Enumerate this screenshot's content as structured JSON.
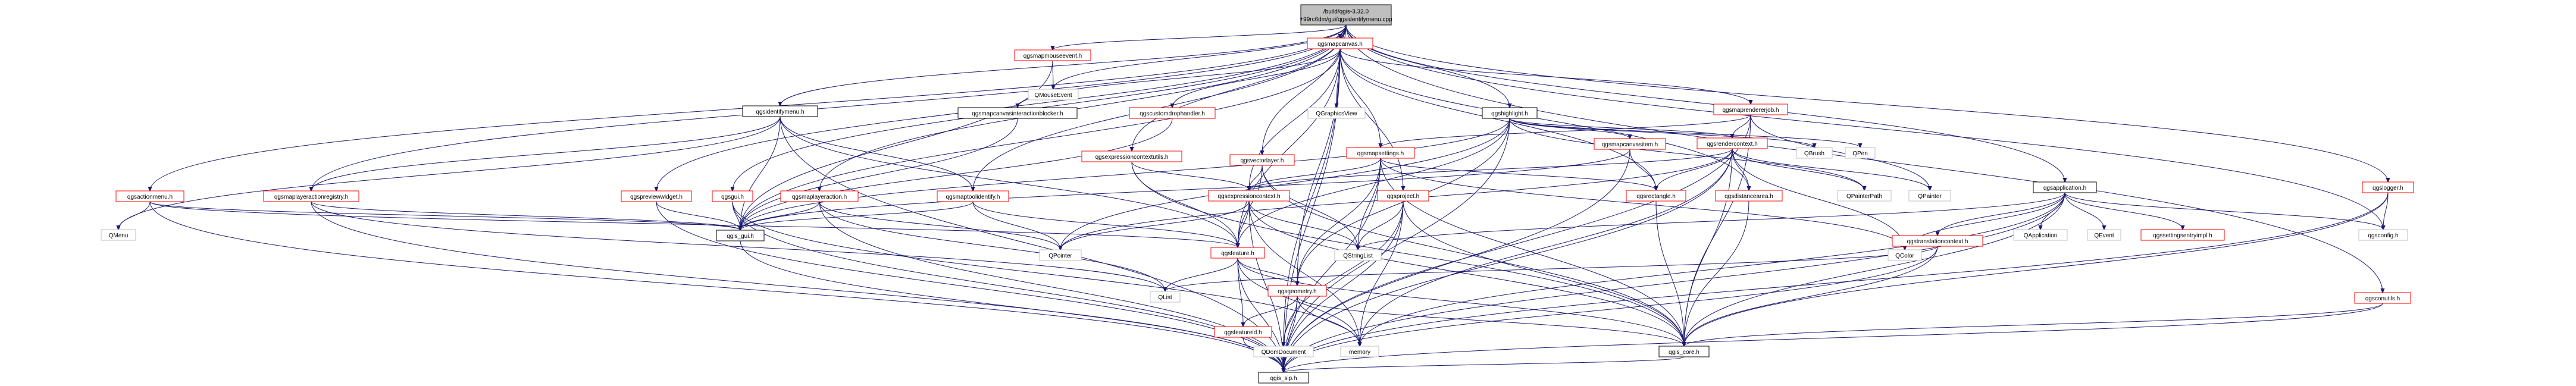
{
  "diagram": {
    "colors": {
      "edge": "#191970",
      "root_fill": "#bfbfbf",
      "documented_border": "#000000",
      "incomplete_border": "#ff0000",
      "external_border": "#bfbfbf"
    },
    "nodes": [
      {
        "id": "root",
        "label": [
          "/build/qgis-3.32.0",
          "+99rc6dm/gui/qgsidentifymenu.cpp"
        ],
        "kind": "root"
      },
      {
        "id": "qgsmapmouseevent",
        "label": [
          "qgsmapmouseevent.h"
        ],
        "kind": "red"
      },
      {
        "id": "qgsmapcanvas",
        "label": [
          "qgsmapcanvas.h"
        ],
        "kind": "red"
      },
      {
        "id": "qmouseevent",
        "label": [
          "QMouseEvent"
        ],
        "kind": "gray"
      },
      {
        "id": "qgsidentifymenu_h",
        "label": [
          "qgsidentifymenu.h"
        ],
        "kind": "box"
      },
      {
        "id": "qgsmapcanvasinteractionblocker",
        "label": [
          "qgsmapcanvasinteractionblocker.h"
        ],
        "kind": "box"
      },
      {
        "id": "qgscustomdrophandler",
        "label": [
          "qgscustomdrophandler.h"
        ],
        "kind": "red"
      },
      {
        "id": "qgraphicsview",
        "label": [
          "QGraphicsView"
        ],
        "kind": "gray"
      },
      {
        "id": "qgshighlight",
        "label": [
          "qgshighlight.h"
        ],
        "kind": "box"
      },
      {
        "id": "qgsmaprendererjob",
        "label": [
          "qgsmaprendererjob.h"
        ],
        "kind": "red"
      },
      {
        "id": "qgsactionmenu",
        "label": [
          "qgsactionmenu.h"
        ],
        "kind": "red"
      },
      {
        "id": "qgsmaplayeractionregistry",
        "label": [
          "qgsmaplayeractionregistry.h"
        ],
        "kind": "red"
      },
      {
        "id": "qgspreviewwidget",
        "label": [
          "qgspreviewwidget.h"
        ],
        "kind": "red"
      },
      {
        "id": "qgsgui",
        "label": [
          "qgsgui.h"
        ],
        "kind": "red"
      },
      {
        "id": "qgsmaplayeraction",
        "label": [
          "qgsmaplayeraction.h"
        ],
        "kind": "red"
      },
      {
        "id": "qgsmaptoolidentify",
        "label": [
          "qgsmaptoolidentify.h"
        ],
        "kind": "red"
      },
      {
        "id": "qgsexpressioncontextutils",
        "label": [
          "qgsexpressioncontextutils.h"
        ],
        "kind": "red"
      },
      {
        "id": "qgsvectorlayer",
        "label": [
          "qgsvectorlayer.h"
        ],
        "kind": "red"
      },
      {
        "id": "qgsmapsettings",
        "label": [
          "qgsmapsettings.h"
        ],
        "kind": "red"
      },
      {
        "id": "qgsmapcanvasitem",
        "label": [
          "qgsmapcanvasitem.h"
        ],
        "kind": "red"
      },
      {
        "id": "qgsrendercontext",
        "label": [
          "qgsrendercontext.h"
        ],
        "kind": "red"
      },
      {
        "id": "qbrush",
        "label": [
          "QBrush"
        ],
        "kind": "gray"
      },
      {
        "id": "qpen",
        "label": [
          "QPen"
        ],
        "kind": "gray"
      },
      {
        "id": "qgsapplication",
        "label": [
          "qgsapplication.h"
        ],
        "kind": "box"
      },
      {
        "id": "qgslogger",
        "label": [
          "qgslogger.h"
        ],
        "kind": "red"
      },
      {
        "id": "qmenu",
        "label": [
          "QMenu"
        ],
        "kind": "gray"
      },
      {
        "id": "qgis_gui",
        "label": [
          "qgis_gui.h"
        ],
        "kind": "box"
      },
      {
        "id": "qgsexpressioncontext",
        "label": [
          "qgsexpressioncontext.h"
        ],
        "kind": "red"
      },
      {
        "id": "qgsproject",
        "label": [
          "qgsproject.h"
        ],
        "kind": "red"
      },
      {
        "id": "qgsrectangle",
        "label": [
          "qgsrectangle.h"
        ],
        "kind": "red"
      },
      {
        "id": "qgsdistancearea",
        "label": [
          "qgsdistancearea.h"
        ],
        "kind": "red"
      },
      {
        "id": "qpainterpath",
        "label": [
          "QPainterPath"
        ],
        "kind": "gray"
      },
      {
        "id": "qpainter",
        "label": [
          "QPainter"
        ],
        "kind": "gray"
      },
      {
        "id": "qpointer",
        "label": [
          "QPointer"
        ],
        "kind": "gray"
      },
      {
        "id": "qstringlist",
        "label": [
          "QStringList"
        ],
        "kind": "gray"
      },
      {
        "id": "qgsfeature",
        "label": [
          "qgsfeature.h"
        ],
        "kind": "red"
      },
      {
        "id": "qcolor",
        "label": [
          "QColor"
        ],
        "kind": "gray"
      },
      {
        "id": "qapplication",
        "label": [
          "QApplication"
        ],
        "kind": "gray"
      },
      {
        "id": "qevent",
        "label": [
          "QEvent"
        ],
        "kind": "gray"
      },
      {
        "id": "qgssettingsentryimpl",
        "label": [
          "qgssettingsentryimpl.h"
        ],
        "kind": "red"
      },
      {
        "id": "qgstranslationcontext",
        "label": [
          "qgstranslationcontext.h"
        ],
        "kind": "red"
      },
      {
        "id": "qgsconfig",
        "label": [
          "qgsconfig.h"
        ],
        "kind": "gray"
      },
      {
        "id": "qlist",
        "label": [
          "QList"
        ],
        "kind": "gray"
      },
      {
        "id": "qgsgeometry",
        "label": [
          "qgsgeometry.h"
        ],
        "kind": "red"
      },
      {
        "id": "qgsfeatureid",
        "label": [
          "qgsfeatureid.h"
        ],
        "kind": "red"
      },
      {
        "id": "qdomdocument",
        "label": [
          "QDomDocument"
        ],
        "kind": "gray"
      },
      {
        "id": "memory",
        "label": [
          "memory"
        ],
        "kind": "gray"
      },
      {
        "id": "qgis_core",
        "label": [
          "qgis_core.h"
        ],
        "kind": "box"
      },
      {
        "id": "qgsconutils",
        "label": [
          "qgsconutils.h"
        ],
        "kind": "red"
      },
      {
        "id": "qgis_sip",
        "label": [
          "qgis_sip.h"
        ],
        "kind": "box"
      }
    ]
  }
}
